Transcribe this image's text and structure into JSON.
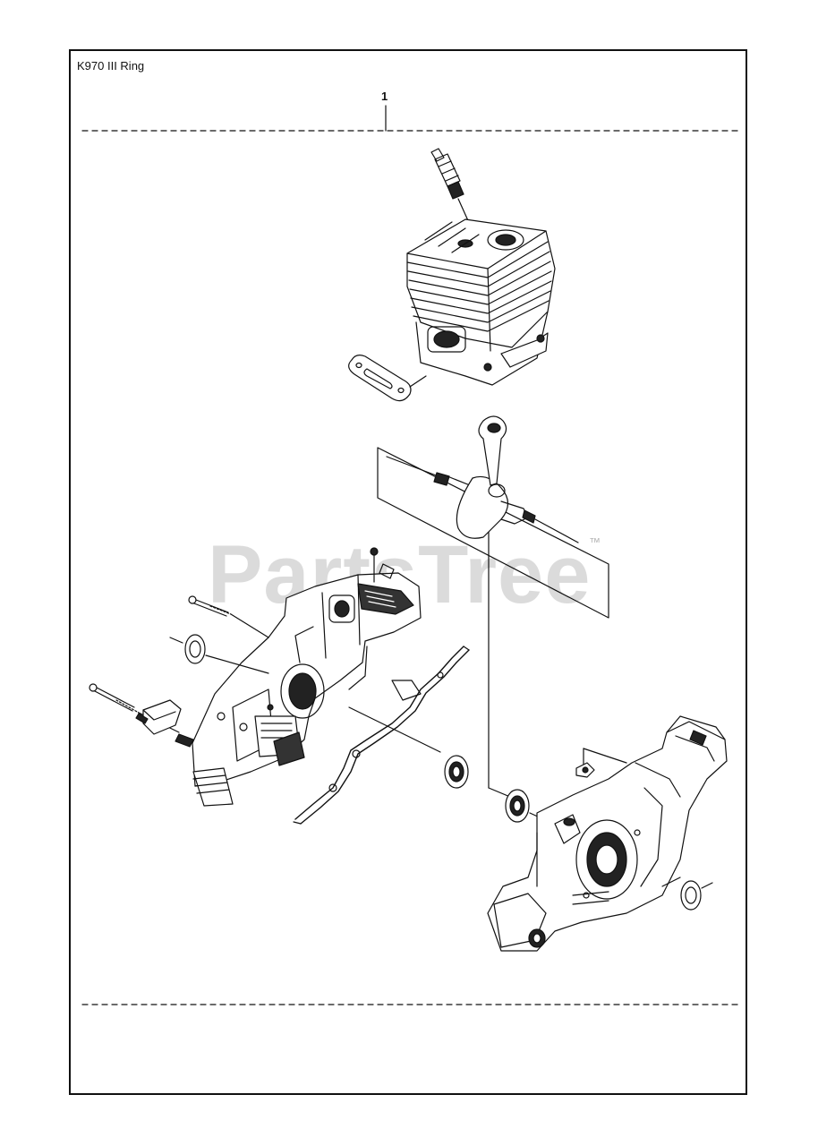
{
  "diagram": {
    "model_title": "K970 III Ring",
    "callout_number": "1",
    "watermark": "PartsTree",
    "watermark_trademark": "™"
  }
}
